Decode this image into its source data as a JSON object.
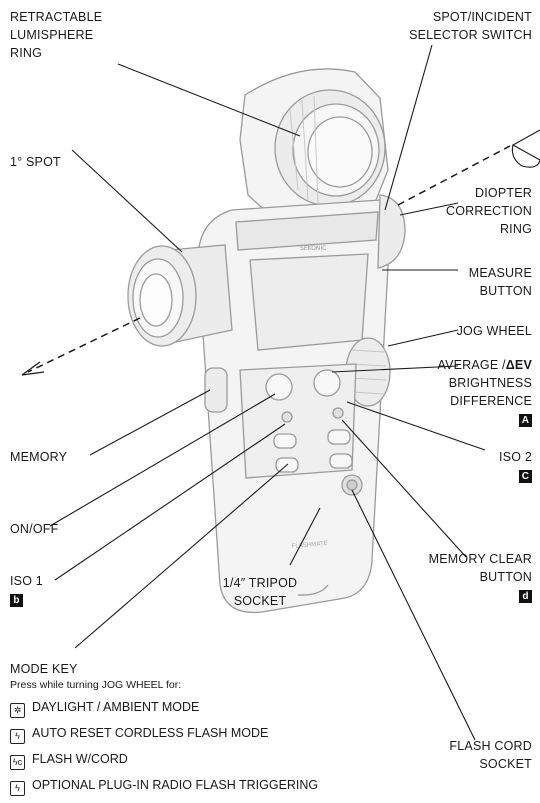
{
  "labels": {
    "lumisphere": "RETRACTABLE\nLUMISPHERE\nRING",
    "selector": "SPOT/INCIDENT\nSELECTOR SWITCH",
    "spot": "1° SPOT",
    "diopter": "DIOPTER\nCORRECTION\nRING",
    "measure": "MEASURE\nBUTTON",
    "jog": "JOG WHEEL",
    "average_line1": "AVERAGE /",
    "average_delta": "ΔEV",
    "average_rest": "BRIGHTNESS\nDIFFERENCE",
    "average_badge": "A",
    "memory": "MEMORY",
    "iso2": "ISO 2",
    "iso2_badge": "C",
    "onoff": "ON/OFF",
    "memclear": "MEMORY CLEAR\nBUTTON",
    "memclear_badge": "d",
    "iso1": "ISO 1",
    "iso1_badge": "b",
    "tripod": "1/4″ TRIPOD\nSOCKET",
    "modekey": "MODE KEY",
    "modekey_sub": "Press while turning JOG WHEEL for:",
    "flashcord": "FLASH CORD\nSOCKET"
  },
  "modes": [
    {
      "icon": "daylight-ambient-icon",
      "glyph": "✲",
      "label": "DAYLIGHT / AMBIENT MODE"
    },
    {
      "icon": "cordless-flash-icon",
      "glyph": "ϟ",
      "label": "AUTO RESET CORDLESS FLASH MODE"
    },
    {
      "icon": "flash-cord-icon",
      "glyph": "ϟc",
      "label": "FLASH W/CORD"
    },
    {
      "icon": "radio-flash-icon",
      "glyph": "ϟ",
      "label": "OPTIONAL PLUG-IN RADIO FLASH TRIGGERING"
    }
  ],
  "colors": {
    "line": "#1a1a1a",
    "body_stroke": "#9a9a9a",
    "body_fill": "#f4f4f4",
    "shade": "#e3e3e3"
  }
}
